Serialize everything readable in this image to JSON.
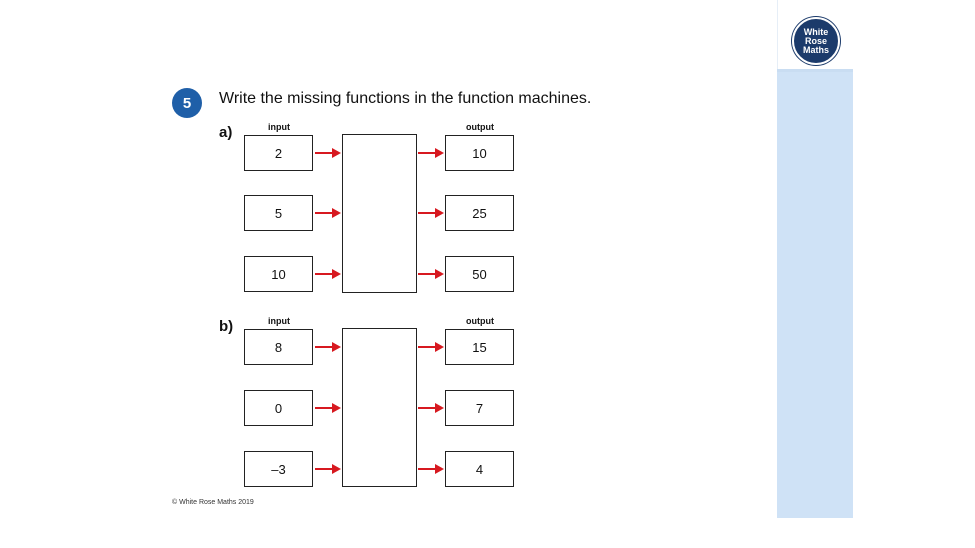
{
  "logo": {
    "line1": "White",
    "line2": "Rose",
    "line3": "Maths"
  },
  "question": {
    "number": "5",
    "text": "Write the missing functions in the function machines."
  },
  "parts": [
    {
      "label": "a)",
      "input_label": "input",
      "output_label": "output",
      "inputs": [
        "2",
        "5",
        "10"
      ],
      "outputs": [
        "10",
        "25",
        "50"
      ]
    },
    {
      "label": "b)",
      "input_label": "input",
      "output_label": "output",
      "inputs": [
        "8",
        "0",
        "–3"
      ],
      "outputs": [
        "15",
        "7",
        "4"
      ]
    }
  ],
  "colors": {
    "arrow": "#d71920",
    "accent": "#1f5fa8",
    "sidebar": "#cfe2f6"
  },
  "footer": {
    "copyright": "© White Rose Maths 2019"
  }
}
